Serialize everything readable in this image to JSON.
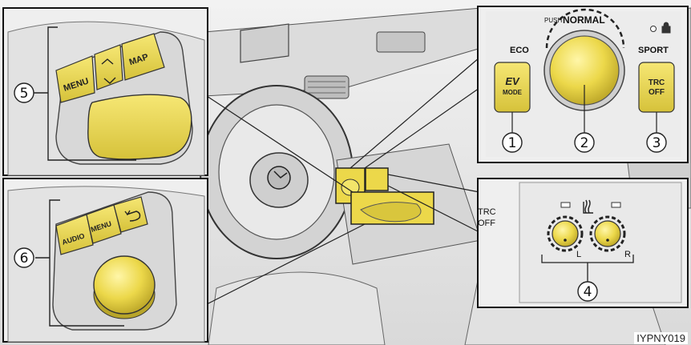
{
  "figure_code": "IYPNY019",
  "callouts": {
    "c1": "1",
    "c2": "2",
    "c3": "3",
    "c4": "4",
    "c5": "5",
    "c6": "6"
  },
  "drive_panel": {
    "push_label": "PUSH",
    "normal_label": "NORMAL",
    "eco_label": "ECO",
    "sport_label": "SPORT",
    "ev_line1": "EV",
    "ev_line2": "MODE",
    "trc_line1": "TRC",
    "trc_line2": "OFF"
  },
  "remote_panel": {
    "menu_label": "MENU",
    "map_label": "MAP"
  },
  "audio_panel": {
    "audio_label": "AUDIO",
    "menu_label": "MENU"
  },
  "heater_panel": {
    "trc_line1": "TRC",
    "trc_line2": "OFF",
    "left_label": "L",
    "right_label": "R"
  },
  "colors": {
    "button_yellow": "#ecd84a",
    "button_shadow": "#c9b52c",
    "line": "#333333",
    "interior_gray": "#e6e6e6",
    "panel_bg": "#eeeeee"
  }
}
